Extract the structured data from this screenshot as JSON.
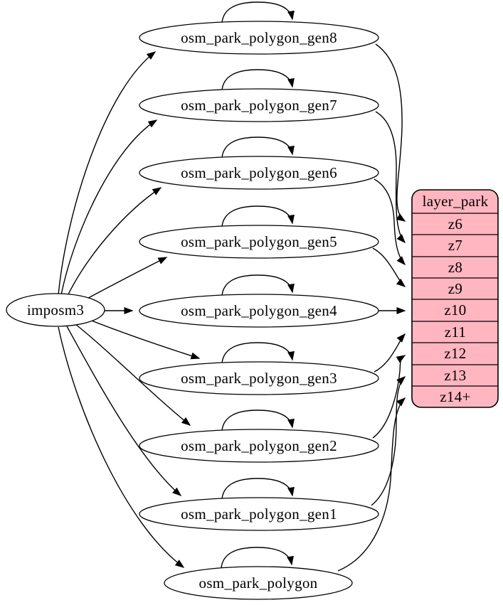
{
  "diagram": {
    "source": {
      "label": "imposm3"
    },
    "tables": [
      {
        "label": "osm_park_polygon_gen8",
        "target_zoom": "z6"
      },
      {
        "label": "osm_park_polygon_gen7",
        "target_zoom": "z7"
      },
      {
        "label": "osm_park_polygon_gen6",
        "target_zoom": "z8"
      },
      {
        "label": "osm_park_polygon_gen5",
        "target_zoom": "z9"
      },
      {
        "label": "osm_park_polygon_gen4",
        "target_zoom": "z10"
      },
      {
        "label": "osm_park_polygon_gen3",
        "target_zoom": "z11"
      },
      {
        "label": "osm_park_polygon_gen2",
        "target_zoom": "z12"
      },
      {
        "label": "osm_park_polygon_gen1",
        "target_zoom": "z13"
      },
      {
        "label": "osm_park_polygon",
        "target_zoom": "z14+"
      }
    ],
    "layer": {
      "title": "layer_park",
      "zoom_rows": [
        "z6",
        "z7",
        "z8",
        "z9",
        "z10",
        "z11",
        "z12",
        "z13",
        "z14+"
      ]
    },
    "colors": {
      "layer_fill": "#FFB6C1",
      "table_fill": "#FFFFFF",
      "stroke": "#000000",
      "background": "#FFFFFF"
    }
  }
}
